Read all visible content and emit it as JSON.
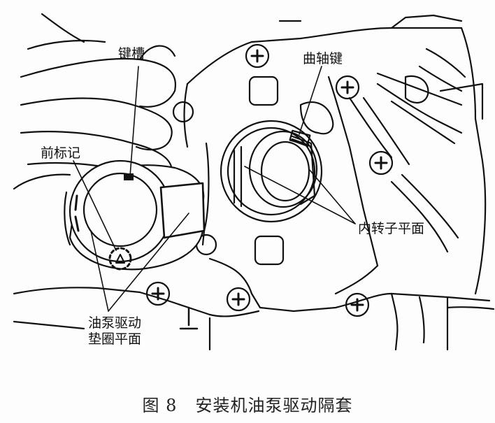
{
  "labels": {
    "keyway": "键槽",
    "crank_key": "曲轴键",
    "front_mark": "前标记",
    "inner_rotor_flat": "内转子平面",
    "pump_drive_line1": "油泵驱动",
    "pump_drive_line2": "垫圈平面"
  },
  "caption": {
    "number": "图 8",
    "title": "安装机油泵驱动隔套"
  },
  "colors": {
    "ink": "#111111",
    "paper": "#fdfdfd"
  }
}
